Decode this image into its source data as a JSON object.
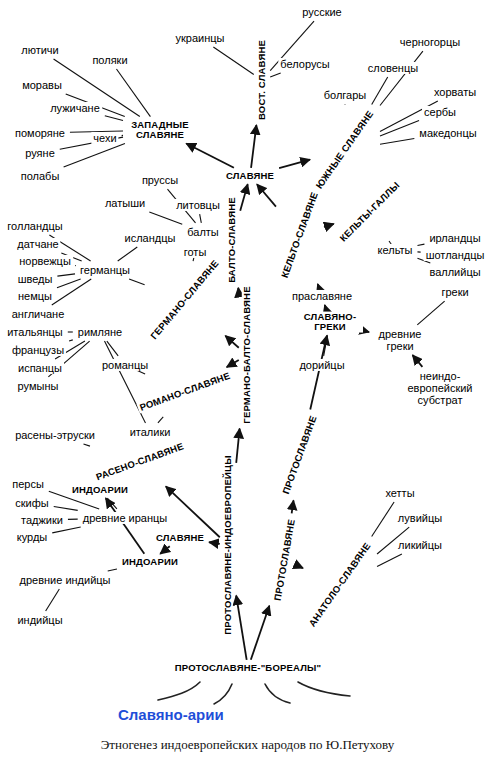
{
  "diagram": {
    "title": "Славяно-арии",
    "caption": "Этногенез индоевропейских народов по Ю.Петухову",
    "nodes": [
      {
        "text": [
          "русские"
        ]
      },
      {
        "text": [
          "украинцы"
        ]
      },
      {
        "text": [
          "белорусы"
        ]
      },
      {
        "text": [
          "черногорцы"
        ]
      },
      {
        "text": [
          "лютичи"
        ]
      },
      {
        "text": [
          "поляки"
        ]
      },
      {
        "text": [
          "моравы"
        ]
      },
      {
        "text": [
          "словенцы"
        ]
      },
      {
        "text": [
          "хорваты"
        ]
      },
      {
        "text": [
          "болгары"
        ]
      },
      {
        "text": [
          "чехи"
        ]
      },
      {
        "text": [
          "лужичане"
        ]
      },
      {
        "text": [
          "ВОСТ. СЛАВЯНЕ"
        ]
      },
      {
        "text": [
          "сербы"
        ]
      },
      {
        "text": [
          "ЗАПАДНЫЕ СЛАВЯНЕ"
        ]
      },
      {
        "text": [
          "македонцы"
        ]
      },
      {
        "text": [
          "поморяне"
        ]
      },
      {
        "text": [
          "руяне"
        ]
      },
      {
        "text": [
          "ЮЖНЫЕ СЛАВЯНЕ"
        ]
      },
      {
        "text": [
          "СЛАВЯНЕ"
        ]
      },
      {
        "text": [
          "полабы"
        ]
      },
      {
        "text": [
          "пруссы"
        ]
      },
      {
        "text": [
          "латыши"
        ]
      },
      {
        "text": [
          "литовцы"
        ]
      },
      {
        "text": [
          "БАЛТО-СЛАВЯНЕ"
        ]
      },
      {
        "text": [
          "КЕЛЬТО-СЛАВЯНЕ"
        ]
      },
      {
        "text": [
          "КЕЛЬТЫ-ГАЛЛЫ"
        ]
      },
      {
        "text": [
          "голландцы"
        ]
      },
      {
        "text": [
          "исландцы"
        ]
      },
      {
        "text": [
          "балты"
        ]
      },
      {
        "text": [
          "ирландцы"
        ]
      },
      {
        "text": [
          "шотландцы"
        ]
      },
      {
        "text": [
          "датчане"
        ]
      },
      {
        "text": [
          "валлийцы"
        ]
      },
      {
        "text": [
          "норвежцы"
        ]
      },
      {
        "text": [
          "готы"
        ]
      },
      {
        "text": [
          "кельты"
        ]
      },
      {
        "text": [
          "германцы"
        ]
      },
      {
        "text": [
          "шведы"
        ]
      },
      {
        "text": [
          "немцы"
        ]
      },
      {
        "text": [
          "ГЕРМАНО-СЛАВЯНЕ"
        ]
      },
      {
        "text": [
          "греки"
        ]
      },
      {
        "text": [
          "праславяне"
        ]
      },
      {
        "text": [
          "англичане"
        ]
      },
      {
        "text": [
          "СЛАВЯНО-ГРЕКИ"
        ]
      },
      {
        "text": [
          "итальянцы"
        ]
      },
      {
        "text": [
          "римляне"
        ]
      },
      {
        "text": [
          "ГЕРМАНО-БАЛТО-СЛАВЯНЕ"
        ]
      },
      {
        "text": [
          "древние греки"
        ]
      },
      {
        "text": [
          "французы"
        ]
      },
      {
        "text": [
          "дорийцы"
        ]
      },
      {
        "text": [
          "испанцы"
        ]
      },
      {
        "text": [
          "романцы"
        ]
      },
      {
        "text": [
          "РОМАНО-СЛАВЯНЕ"
        ]
      },
      {
        "text": [
          "неиндо-европейский субстрат"
        ]
      },
      {
        "text": [
          "румыны"
        ]
      },
      {
        "text": [
          "италики"
        ]
      },
      {
        "text": [
          "ПРОТОСЛАВЯНЕ"
        ]
      },
      {
        "text": [
          "расены-этруски"
        ]
      },
      {
        "text": [
          "РАСЕНО-СЛАВЯНЕ"
        ]
      },
      {
        "text": [
          "персы"
        ]
      },
      {
        "text": [
          "ИНДОАРИИ"
        ]
      },
      {
        "text": [
          "хетты"
        ]
      },
      {
        "text": [
          "скифы"
        ]
      },
      {
        "text": [
          "таджики"
        ]
      },
      {
        "text": [
          "древние иранцы"
        ]
      },
      {
        "text": [
          "курды"
        ]
      },
      {
        "text": [
          "лувийцы"
        ]
      },
      {
        "text": [
          "СЛАВЯНЕ"
        ]
      },
      {
        "text": [
          "ПРОТОСЛАВЯНЕ"
        ]
      },
      {
        "text": [
          "ИНДОАРИИ"
        ]
      },
      {
        "text": [
          "ликийцы"
        ]
      },
      {
        "text": [
          "ПРОТОСЛАВЯНЕ-ИНДОЕВРОПЕЙЦЫ"
        ]
      },
      {
        "text": [
          "АНАТОЛО-СЛАВЯНЕ"
        ]
      },
      {
        "text": [
          "древние индийцы"
        ]
      },
      {
        "text": [
          "индийцы"
        ]
      },
      {
        "text": [
          "ПРОТОСЛАВЯНЕ-\"БОРЕАЛЫ\""
        ]
      }
    ],
    "edges": [
      {
        "from": 76,
        "to": 72,
        "arrow": "to"
      },
      {
        "from": 76,
        "to": 69,
        "arrow": "to"
      },
      {
        "from": 69,
        "to": 73,
        "arrow": "to"
      },
      {
        "from": 69,
        "to": 57,
        "arrow": "to"
      },
      {
        "from": 57,
        "to": 44,
        "arrow": "to"
      },
      {
        "from": 44,
        "to": 42,
        "arrow": "to"
      },
      {
        "from": 44,
        "to": 48,
        "arrow": "to"
      },
      {
        "from": 44,
        "to": 50,
        "arrow": "none"
      },
      {
        "from": 48,
        "to": 41,
        "arrow": "none"
      },
      {
        "from": 54,
        "to": 48,
        "arrow": "to"
      },
      {
        "from": 42,
        "to": 25,
        "arrow": "to"
      },
      {
        "from": 25,
        "to": 26,
        "arrow": "to"
      },
      {
        "from": 26,
        "to": 36,
        "arrow": "none"
      },
      {
        "from": 36,
        "to": 30,
        "arrow": "none"
      },
      {
        "from": 36,
        "to": 31,
        "arrow": "none"
      },
      {
        "from": 36,
        "to": 33,
        "arrow": "none"
      },
      {
        "from": 25,
        "to": 19,
        "arrow": "to"
      },
      {
        "from": 73,
        "to": 62,
        "arrow": "none"
      },
      {
        "from": 73,
        "to": 67,
        "arrow": "none"
      },
      {
        "from": 73,
        "to": 71,
        "arrow": "none"
      },
      {
        "from": 72,
        "to": 47,
        "arrow": "to"
      },
      {
        "from": 72,
        "to": 68,
        "arrow": "to"
      },
      {
        "from": 68,
        "to": 70,
        "arrow": "to"
      },
      {
        "from": 70,
        "to": 61,
        "arrow": "to"
      },
      {
        "from": 70,
        "to": 74,
        "arrow": "none"
      },
      {
        "from": 74,
        "to": 75,
        "arrow": "none"
      },
      {
        "from": 61,
        "to": 65,
        "arrow": "none"
      },
      {
        "from": 65,
        "to": 60,
        "arrow": "none"
      },
      {
        "from": 65,
        "to": 63,
        "arrow": "none"
      },
      {
        "from": 65,
        "to": 64,
        "arrow": "none"
      },
      {
        "from": 65,
        "to": 66,
        "arrow": "none"
      },
      {
        "from": 72,
        "to": 59,
        "arrow": "to"
      },
      {
        "from": 59,
        "to": 58,
        "arrow": "none"
      },
      {
        "from": 47,
        "to": 53,
        "arrow": "to"
      },
      {
        "from": 53,
        "to": 52,
        "arrow": "none"
      },
      {
        "from": 53,
        "to": 56,
        "arrow": "none"
      },
      {
        "from": 56,
        "to": 46,
        "arrow": "none"
      },
      {
        "from": 52,
        "to": 46,
        "arrow": "none"
      },
      {
        "from": 46,
        "to": 45,
        "arrow": "none"
      },
      {
        "from": 46,
        "to": 49,
        "arrow": "none"
      },
      {
        "from": 46,
        "to": 51,
        "arrow": "none"
      },
      {
        "from": 46,
        "to": 55,
        "arrow": "none"
      },
      {
        "from": 47,
        "to": 40,
        "arrow": "to"
      },
      {
        "from": 40,
        "to": 37,
        "arrow": "none"
      },
      {
        "from": 37,
        "to": 27,
        "arrow": "none"
      },
      {
        "from": 37,
        "to": 32,
        "arrow": "none"
      },
      {
        "from": 37,
        "to": 34,
        "arrow": "none"
      },
      {
        "from": 37,
        "to": 38,
        "arrow": "none"
      },
      {
        "from": 37,
        "to": 39,
        "arrow": "none"
      },
      {
        "from": 37,
        "to": 43,
        "arrow": "none"
      },
      {
        "from": 37,
        "to": 28,
        "arrow": "none"
      },
      {
        "from": 40,
        "to": 35,
        "arrow": "none"
      },
      {
        "from": 47,
        "to": 24,
        "arrow": "to"
      },
      {
        "from": 24,
        "to": 29,
        "arrow": "none"
      },
      {
        "from": 29,
        "to": 21,
        "arrow": "none"
      },
      {
        "from": 29,
        "to": 22,
        "arrow": "none"
      },
      {
        "from": 29,
        "to": 23,
        "arrow": "none"
      },
      {
        "from": 24,
        "to": 19,
        "arrow": "to"
      },
      {
        "from": 19,
        "to": 12,
        "arrow": "to"
      },
      {
        "from": 19,
        "to": 14,
        "arrow": "to"
      },
      {
        "from": 19,
        "to": 18,
        "arrow": "to"
      },
      {
        "from": 12,
        "to": 0,
        "arrow": "none"
      },
      {
        "from": 12,
        "to": 1,
        "arrow": "none"
      },
      {
        "from": 12,
        "to": 2,
        "arrow": "none"
      },
      {
        "from": 14,
        "to": 4,
        "arrow": "none"
      },
      {
        "from": 14,
        "to": 5,
        "arrow": "none"
      },
      {
        "from": 14,
        "to": 6,
        "arrow": "none"
      },
      {
        "from": 14,
        "to": 10,
        "arrow": "none"
      },
      {
        "from": 14,
        "to": 11,
        "arrow": "none"
      },
      {
        "from": 14,
        "to": 16,
        "arrow": "none"
      },
      {
        "from": 14,
        "to": 17,
        "arrow": "none"
      },
      {
        "from": 14,
        "to": 20,
        "arrow": "none"
      },
      {
        "from": 18,
        "to": 3,
        "arrow": "none"
      },
      {
        "from": 18,
        "to": 7,
        "arrow": "none"
      },
      {
        "from": 18,
        "to": 8,
        "arrow": "none"
      },
      {
        "from": 18,
        "to": 9,
        "arrow": "none"
      },
      {
        "from": 18,
        "to": 13,
        "arrow": "none"
      },
      {
        "from": 18,
        "to": 15,
        "arrow": "none"
      }
    ]
  }
}
